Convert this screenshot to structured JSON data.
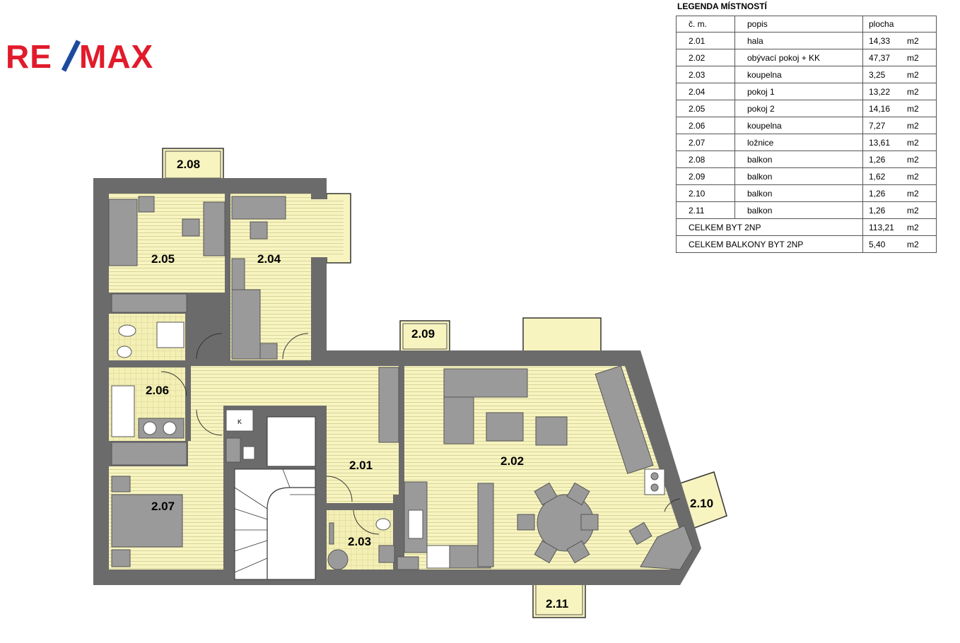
{
  "brand": {
    "logo_text": "RE/MAX",
    "colors": {
      "red": "#e11b2b",
      "blue": "#1d4a9c"
    }
  },
  "legend": {
    "title": "LEGENDA MÍSTNOSTÍ",
    "headers": {
      "number": "č. m.",
      "description": "popis",
      "area": "plocha"
    },
    "rows": [
      {
        "number": "2.01",
        "description": "hala",
        "area": "14,33",
        "unit": "m2"
      },
      {
        "number": "2.02",
        "description": "obývací pokoj + KK",
        "area": "47,37",
        "unit": "m2"
      },
      {
        "number": "2.03",
        "description": "koupelna",
        "area": "3,25",
        "unit": "m2"
      },
      {
        "number": "2.04",
        "description": "pokoj 1",
        "area": "13,22",
        "unit": "m2"
      },
      {
        "number": "2.05",
        "description": "pokoj 2",
        "area": "14,16",
        "unit": "m2"
      },
      {
        "number": "2.06",
        "description": "koupelna",
        "area": "7,27",
        "unit": "m2"
      },
      {
        "number": "2.07",
        "description": "ložnice",
        "area": "13,61",
        "unit": "m2"
      },
      {
        "number": "2.08",
        "description": "balkon",
        "area": "1,26",
        "unit": "m2"
      },
      {
        "number": "2.09",
        "description": "balkon",
        "area": "1,62",
        "unit": "m2"
      },
      {
        "number": "2.10",
        "description": "balkon",
        "area": "1,26",
        "unit": "m2"
      },
      {
        "number": "2.11",
        "description": "balkon",
        "area": "1,26",
        "unit": "m2"
      }
    ],
    "totals": [
      {
        "label": "CELKEM BYT 2NP",
        "area": "113,21",
        "unit": "m2"
      },
      {
        "label": "CELKEM BALKONY BYT 2NP",
        "area": "5,40",
        "unit": "m2"
      }
    ]
  },
  "plan": {
    "colors": {
      "wall": "#6b6b6b",
      "floor": "#f7f4c0",
      "furniture": "#9a9a9a",
      "tile": "#ece9a6"
    },
    "rooms": {
      "r201": "2.01",
      "r202": "2.02",
      "r203": "2.03",
      "r204": "2.04",
      "r205": "2.05",
      "r206": "2.06",
      "r207": "2.07",
      "r208": "2.08",
      "r209": "2.09",
      "r210": "2.10",
      "r211": "2.11"
    },
    "fixture_label": "K"
  }
}
